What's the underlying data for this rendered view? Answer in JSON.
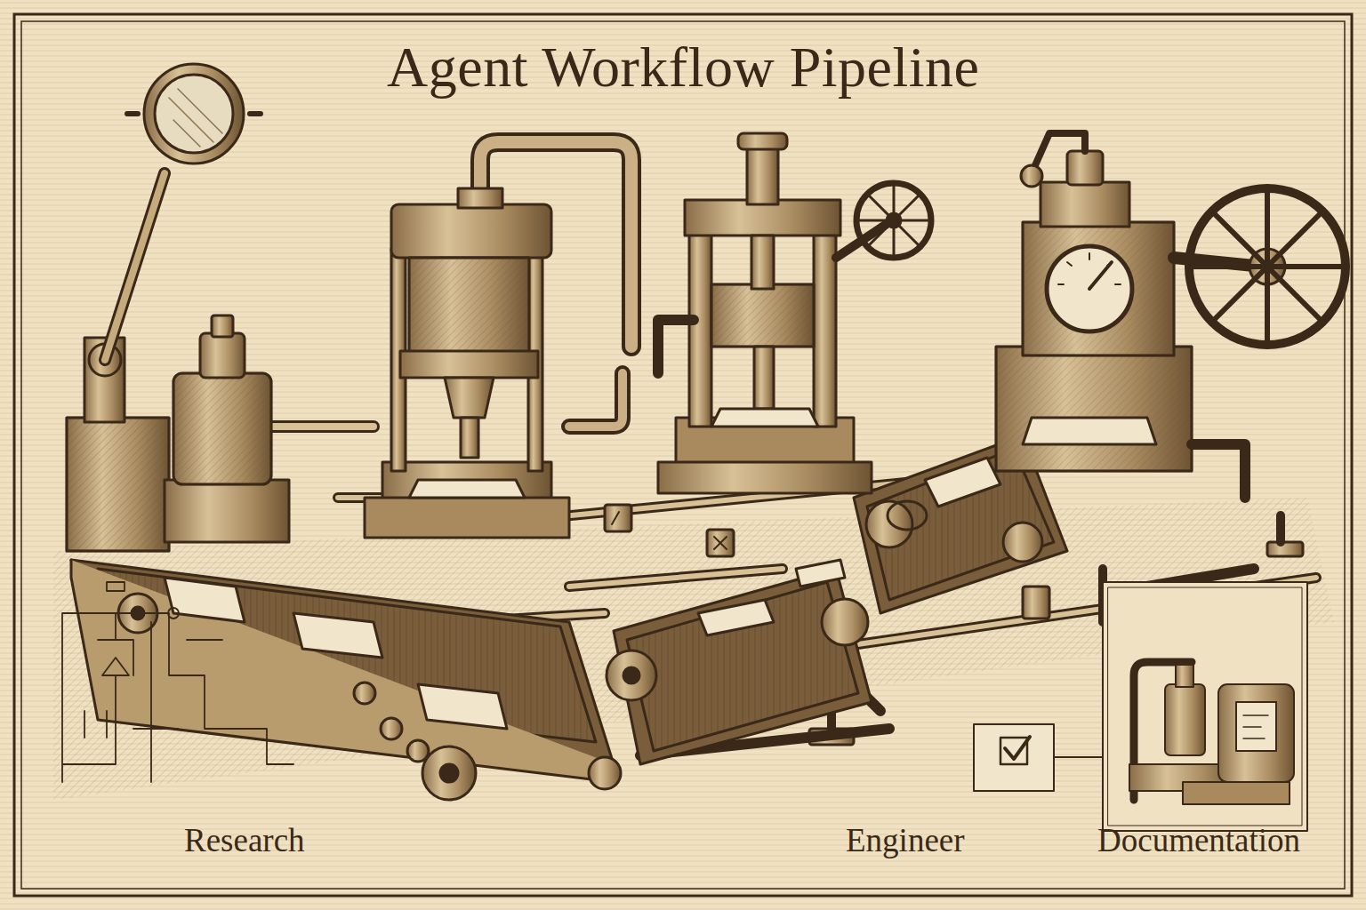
{
  "diagram": {
    "title": "Agent Workflow Pipeline",
    "labels": [
      "Research",
      "Engineer",
      "Documentation"
    ]
  }
}
